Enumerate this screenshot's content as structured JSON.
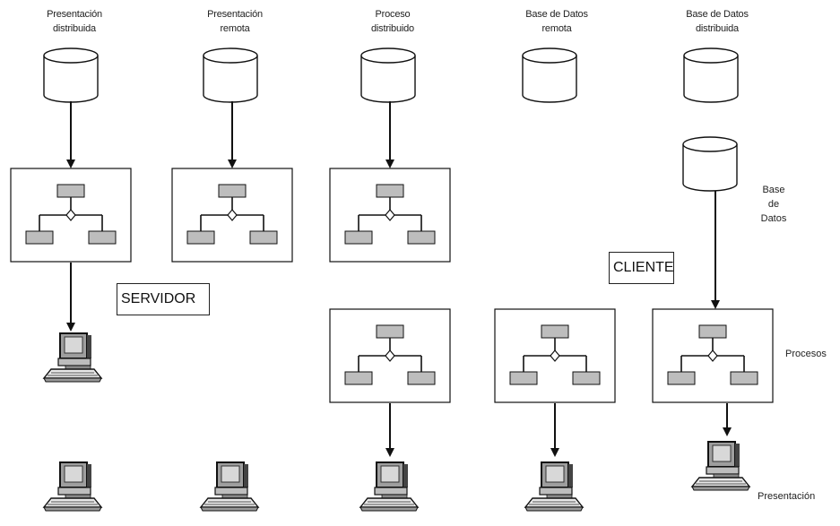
{
  "columns": [
    {
      "line1": "Presentación",
      "line2": "distribuida"
    },
    {
      "line1": "Presentación",
      "line2": "remota"
    },
    {
      "line1": "Proceso",
      "line2": "distribuido"
    },
    {
      "line1": "Base de Datos",
      "line2": "remota"
    },
    {
      "line1": "Base de Datos",
      "line2": "distribuida"
    }
  ],
  "labels": {
    "servidor": "SERVIDOR",
    "cliente": "CLIENTE",
    "base_de_datos": [
      "Base",
      "de",
      "Datos"
    ],
    "procesos": "Procesos",
    "presentacion": "Presentación"
  },
  "colors": {
    "line": "#111111",
    "block_fill": "#bdbdbd",
    "monitor_fill": "#9e9e9e"
  }
}
